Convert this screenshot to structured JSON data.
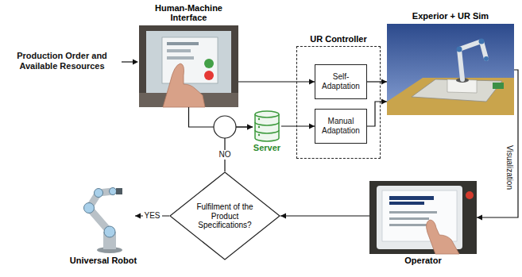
{
  "diagram": {
    "nodes": [
      {
        "text": [
          "Human-Machine Interface"
        ]
      },
      {
        "text": [
          "Server"
        ]
      },
      {
        "text": [
          "UR Controller"
        ]
      },
      {
        "text": [
          "Self-Adaptation"
        ],
        "in": 2
      },
      {
        "text": [
          "Manual Adaptation"
        ],
        "in": 2
      },
      {
        "text": [
          "Experior + UR Sim"
        ]
      },
      {
        "text": [
          "Operator"
        ]
      },
      {
        "text": [
          "Fulfilment of the Product Specifications?"
        ]
      },
      {
        "text": [
          "Universal Robot"
        ]
      }
    ],
    "edges": [
      {
        "from": 0,
        "to": 3,
        "arrow": "to"
      },
      {
        "from": 0,
        "to": 1,
        "arrow": "to"
      },
      {
        "from": 1,
        "to": 4,
        "arrow": "to"
      },
      {
        "from": 3,
        "to": 5,
        "arrow": "to"
      },
      {
        "from": 4,
        "to": 5,
        "arrow": "to"
      },
      {
        "from": 5,
        "to": 6,
        "arrow": "to",
        "label": "Visualization"
      },
      {
        "from": 6,
        "to": 7,
        "arrow": "to"
      },
      {
        "from": 7,
        "to": 1,
        "arrow": "to",
        "label": "NO"
      },
      {
        "from": 7,
        "to": 8,
        "arrow": "to",
        "label": "YES"
      }
    ],
    "labels": [
      "Production Order and Available Resources"
    ]
  }
}
